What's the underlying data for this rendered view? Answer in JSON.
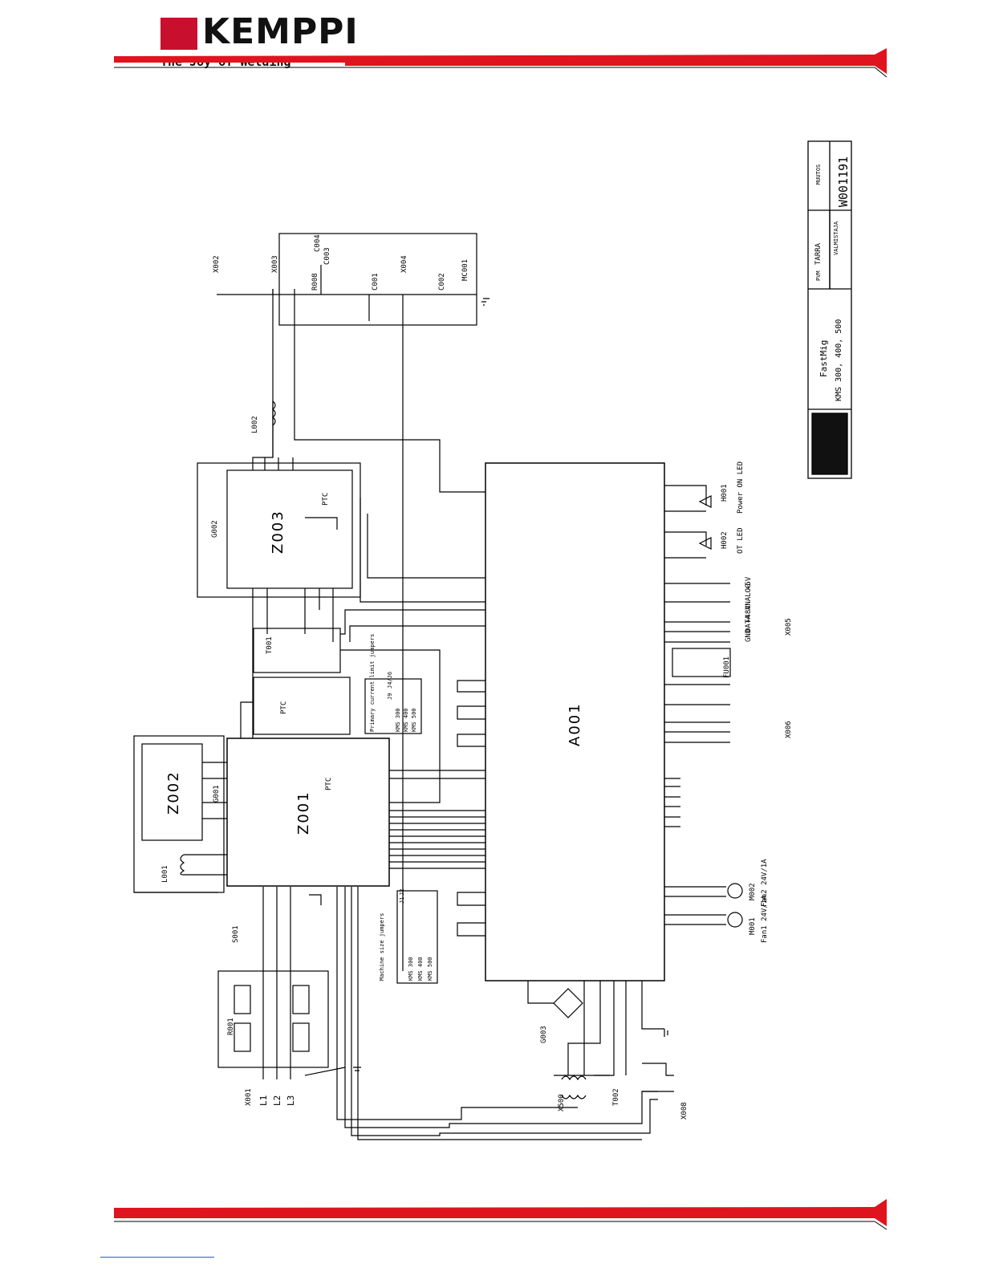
{
  "brand": {
    "name": "KEMPPI",
    "tagline": "The Joy of Welding",
    "accent_color": "#e0141e"
  },
  "title_block": {
    "product": "FastMig",
    "models": "KMS 300, 400, 500",
    "drawing_number": "W001191",
    "field_labels": [
      "TARRA",
      "MUUTOS",
      "VALMISTAJA",
      "PVM"
    ]
  },
  "schematic": {
    "components": {
      "a001": "A001",
      "z001": "Z001",
      "z002": "Z002",
      "z003": "Z003",
      "g001": "G001",
      "g002": "G002",
      "l001": "L001",
      "l002": "L002",
      "s001": "S001",
      "r001": "R001",
      "t001": "T001",
      "t002": "T002",
      "x001": "X001",
      "x002": "X002",
      "x003": "X003",
      "x004": "X004",
      "x005": "X005",
      "x006": "X006",
      "x008": "X008",
      "x500": "X500",
      "c003": "C003",
      "c001": "C001",
      "c002": "C002",
      "c004": "C004",
      "r008": "R008",
      "mc001": "MC001",
      "m001": "M001",
      "m002": "M002",
      "fu001": "FU001",
      "h001": "H001",
      "h002": "H002",
      "g003": "G003"
    },
    "mains": [
      "L1",
      "L2",
      "L3"
    ],
    "led_labels": {
      "power": "Power ON LED",
      "ot": "OT LED"
    },
    "fan_labels": {
      "fan1": "Fan1 24V/1A",
      "fan2": "Fan2 24V/1A"
    },
    "ptc_label": "PTC",
    "jumper_tables": {
      "primary_title": "Primary current limit jumpers",
      "primary_headers": [
        "J9",
        "J4/J6"
      ],
      "primary_rows": [
        "KMS 300",
        "KMS 400",
        "KMS 500"
      ],
      "machine_title": "Machine size jumpers",
      "machine_headers": [
        "J1",
        "J2"
      ],
      "machine_rows": [
        "KMS 300",
        "KMS 400",
        "KMS 500"
      ]
    },
    "connector_pins": [
      "GND",
      "DATA",
      "ANALOG",
      "+5V",
      "+48V"
    ]
  }
}
